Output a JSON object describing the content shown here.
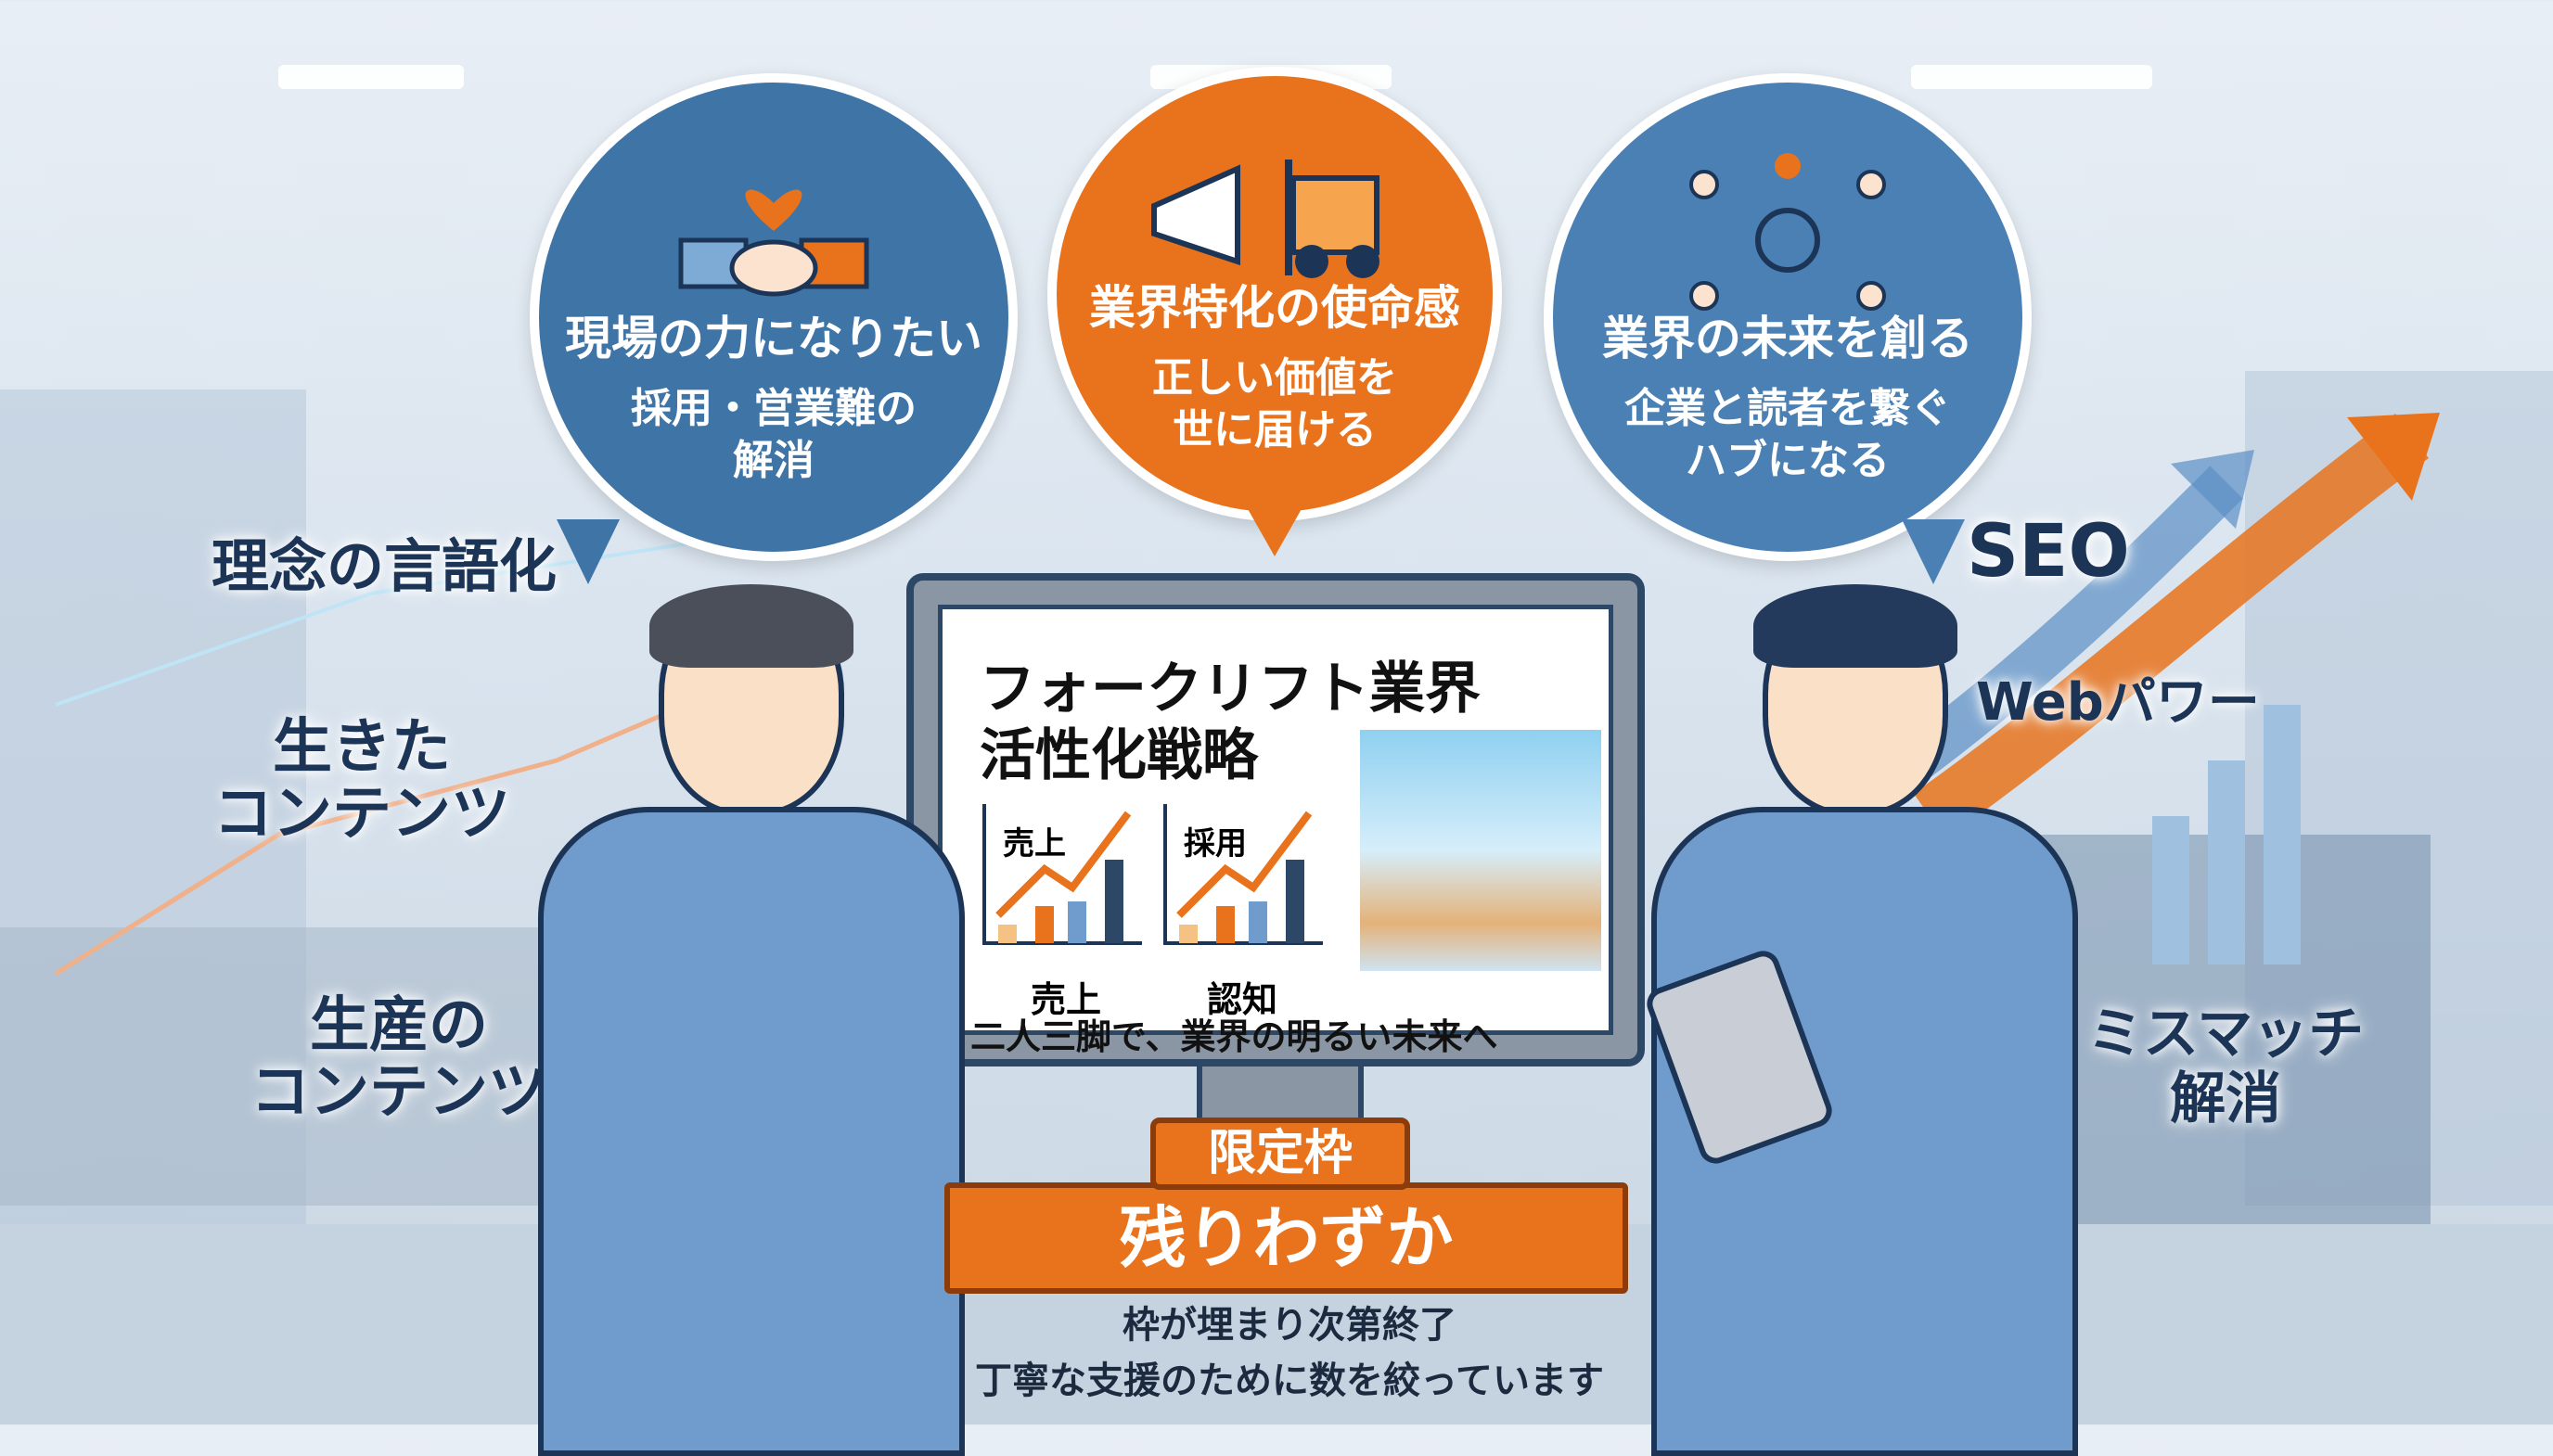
{
  "bubbles": [
    {
      "title": "現場の力になりたい",
      "body": [
        "採用・営業難の",
        "解消"
      ],
      "icon": "handshake-heart-icon",
      "color": "#3e74a6"
    },
    {
      "title": "業界特化の使命感",
      "body": [
        "正しい価値を",
        "世に届ける"
      ],
      "icon": "megaphone-forklift-icon",
      "color": "#e8731c"
    },
    {
      "title": "業界の未来を創る",
      "body": [
        "企業と読者を繋ぐ",
        "ハブになる"
      ],
      "icon": "network-people-globe-icon",
      "color": "#4a80b3"
    }
  ],
  "left_labels": [
    "理念の言語化",
    "生きたコンテンツ",
    "生産のコンテンツ"
  ],
  "left_label_lines": {
    "a": [
      "理念の言語化"
    ],
    "b": [
      "生きた",
      "コンテンツ"
    ],
    "c": [
      "生産の",
      "コンテンツ"
    ]
  },
  "right_labels": {
    "seo": "SEO",
    "web": "Webパワー",
    "mismatch": [
      "ミスマッチ",
      "解消"
    ]
  },
  "screen": {
    "title": [
      "フォークリフト業界",
      "活性化戦略"
    ],
    "chart1": {
      "label": "売上",
      "caption": "売上"
    },
    "chart2": {
      "label": "採用",
      "caption": "認知"
    },
    "tagline": "二人三脚で、業界の明るい未来へ"
  },
  "offer": {
    "tag": "限定枠",
    "banner": "残りわずか",
    "notes": [
      "枠が埋まり次第終了",
      "丁寧な支援のために数を絞っています"
    ]
  },
  "colors": {
    "navy": "#1c3557",
    "orange": "#e8731c",
    "blue": "#3e74a6"
  }
}
